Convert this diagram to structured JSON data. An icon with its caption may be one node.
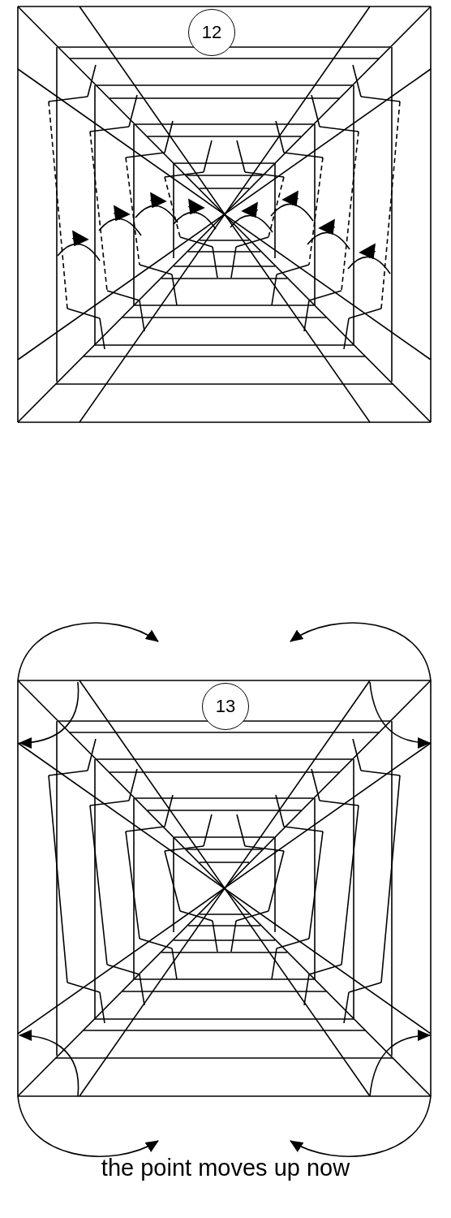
{
  "diagram": {
    "nodes": [
      {
        "text": [
          "12"
        ]
      },
      {
        "text": [
          "13"
        ]
      }
    ],
    "labels": [
      "the point moves up now"
    ]
  }
}
